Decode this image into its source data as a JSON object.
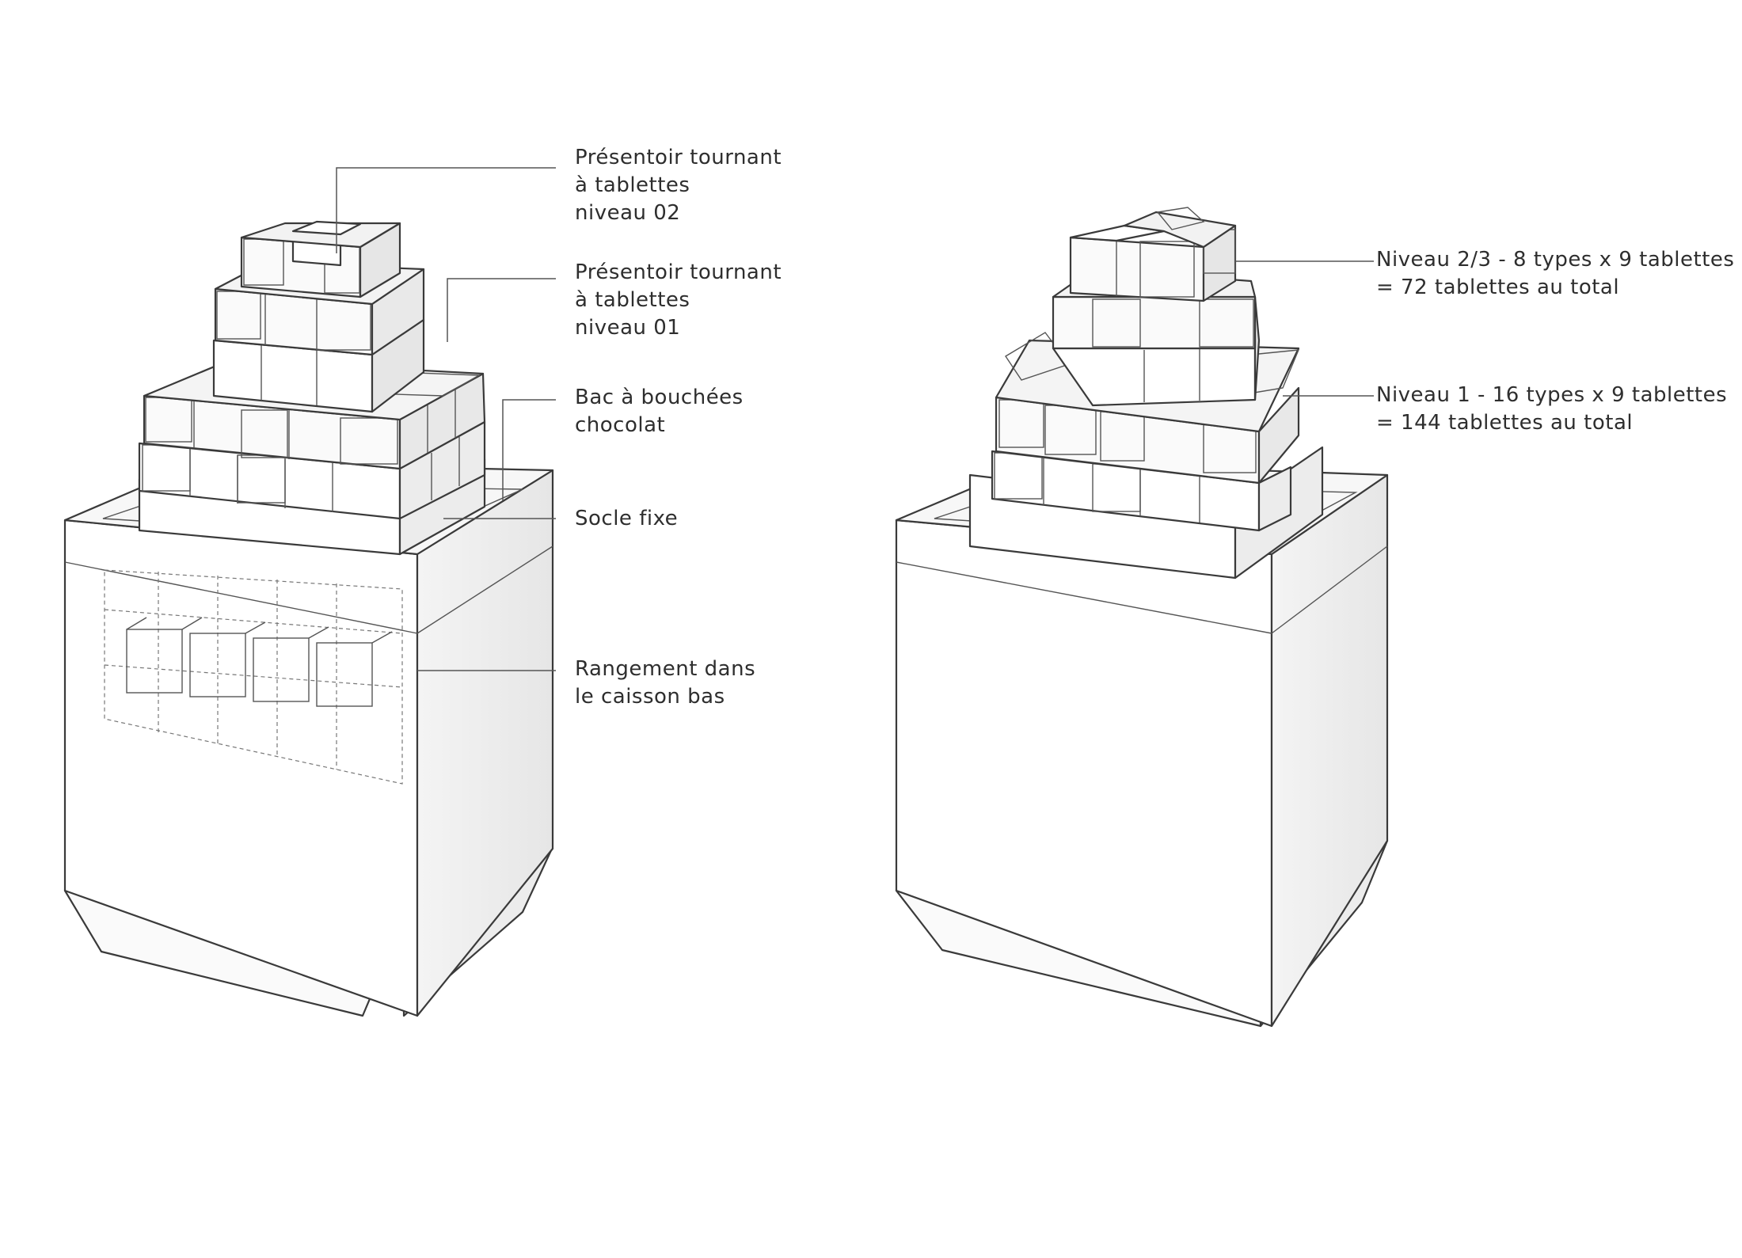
{
  "diagram": {
    "left_labels": [
      {
        "id": "level02",
        "lines": [
          "Présentoir tournant",
          "à tablettes",
          "niveau 02"
        ]
      },
      {
        "id": "level01",
        "lines": [
          "Présentoir tournant",
          "à tablettes",
          "niveau 01"
        ]
      },
      {
        "id": "bac",
        "lines": [
          "Bac à bouchées",
          "chocolat"
        ]
      },
      {
        "id": "socle",
        "lines": [
          "Socle fixe"
        ]
      },
      {
        "id": "rangement",
        "lines": [
          "Rangement dans",
          "le caisson bas"
        ]
      }
    ],
    "right_labels": [
      {
        "id": "niveau23",
        "lines": [
          "Niveau 2/3 - 8 types x 9 tablettes",
          "= 72 tablettes au total"
        ]
      },
      {
        "id": "niveau1",
        "lines": [
          "Niveau 1 - 16 types x 9 tablettes",
          "= 144 tablettes au total"
        ]
      }
    ],
    "colors": {
      "line": "#3a3a3a",
      "text": "#2e2e2e",
      "face_light": "#ffffff",
      "face_mid": "#f2f2f2",
      "face_dark": "#e4e4e4"
    }
  }
}
